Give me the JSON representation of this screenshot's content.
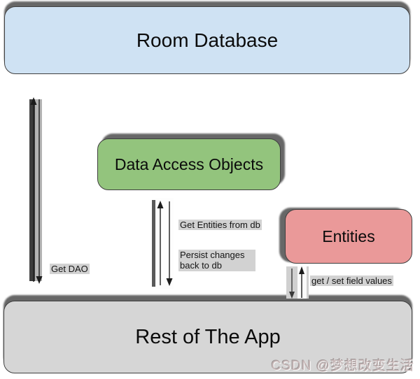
{
  "diagram": {
    "nodes": {
      "room_database": {
        "label": "Room Database",
        "fill": "#cfe2f3"
      },
      "data_access_objects": {
        "label": "Data Access Objects",
        "fill": "#93c47d"
      },
      "entities": {
        "label": "Entities",
        "fill": "#ea9999"
      },
      "rest_of_app": {
        "label": "Rest of The App",
        "fill": "#d6d6d6"
      }
    },
    "edges": {
      "rest_room": {
        "from": "Rest of The App",
        "to": "Room Database",
        "style": "bidirectional",
        "label": "Get DAO"
      },
      "dao_rest": {
        "from": "Data Access Objects",
        "to": "Rest of The App",
        "style": "bidirectional",
        "label_down": "Get Entities from db",
        "label_up": "Persist changes back to db"
      },
      "entities_rest": {
        "from": "Entities",
        "to": "Rest of The App",
        "style": "bidirectional",
        "label": "get / set field values"
      }
    },
    "watermark": "CSDN @梦想改变生活"
  }
}
